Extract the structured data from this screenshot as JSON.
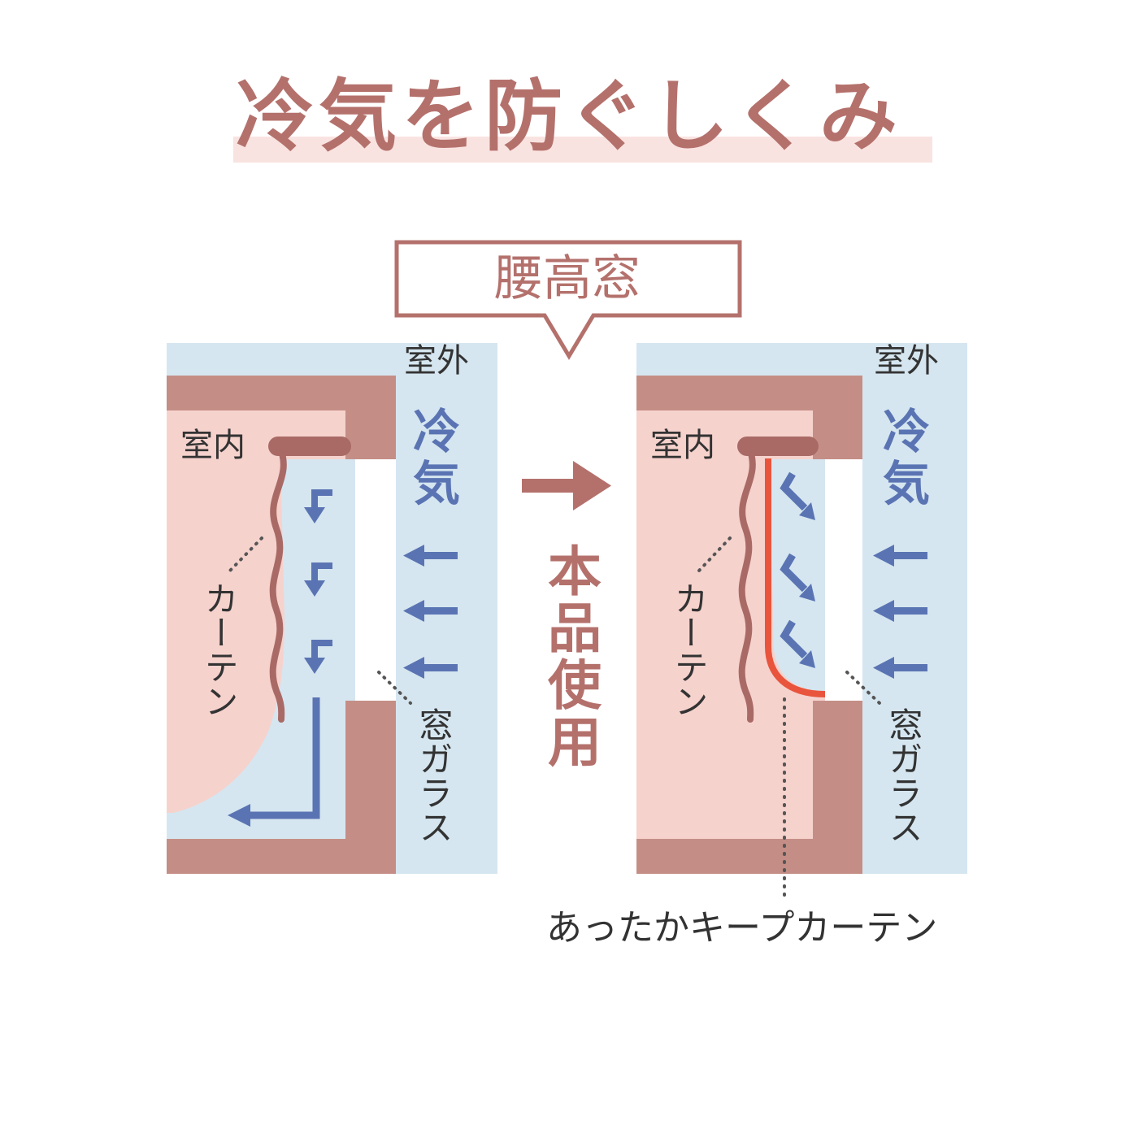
{
  "title": "冷気を防ぐしくみ",
  "window_type": "腰高窓",
  "product_use": "本品使用",
  "left_panel": {
    "outdoor": "室外",
    "indoor": "室内",
    "cold_air": "冷気",
    "curtain": "カーテン",
    "window_glass": "窓ガラス"
  },
  "right_panel": {
    "outdoor": "室外",
    "indoor": "室内",
    "cold_air": "冷気",
    "curtain": "カーテン",
    "window_glass": "窓ガラス",
    "product_name": "あったかキープカーテン"
  },
  "colors": {
    "title": "#b4716c",
    "title_band": "#f9e3e1",
    "outdoor_blue": "#d5e6f0",
    "indoor_pink": "#f6d2cd",
    "wall": "#c48e86",
    "curtain": "#a96a66",
    "cold_arrow": "#5a74b3",
    "product_curtain": "#e8553c",
    "glass": "#ffffff"
  },
  "icons": {
    "cold_air_arrow": "arrow-left-icon",
    "falling_air_arrow": "arrow-down-icon",
    "transition_arrow": "arrow-right-icon"
  }
}
